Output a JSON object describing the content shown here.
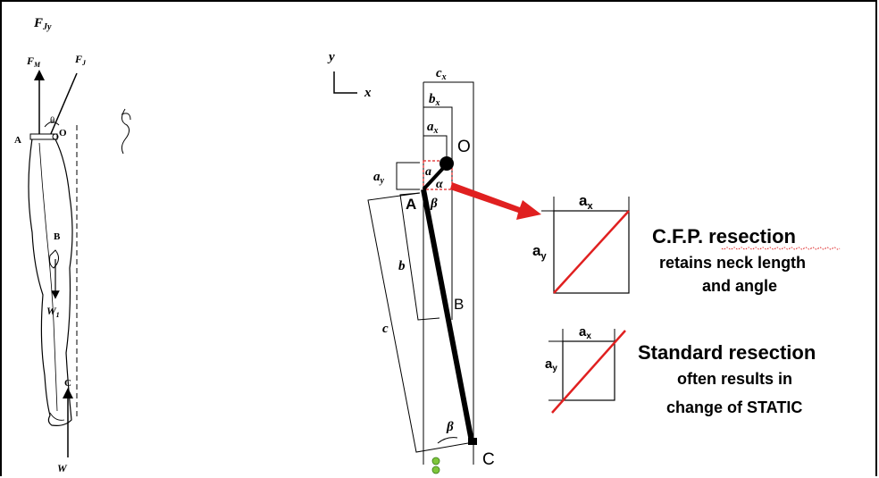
{
  "left_figure": {
    "labels": {
      "fjy": "F",
      "fjy_sub": "Jy",
      "fm": "F",
      "fm_sub": "M",
      "fj": "F",
      "fj_sub": "J",
      "theta": "θ",
      "a": "A",
      "o": "O",
      "b": "B",
      "w1": "W",
      "w1_sub": "1",
      "c": "C",
      "w": "W"
    }
  },
  "main_diagram": {
    "axes": {
      "y": "y",
      "x": "x"
    },
    "dims": {
      "cx": "c",
      "cx_sub": "x",
      "bx": "b",
      "bx_sub": "x",
      "ax": "a",
      "ax_sub": "x",
      "ay": "a",
      "ay_sub": "y",
      "b": "b",
      "c": "c"
    },
    "points": {
      "o": "O",
      "a": "A",
      "b": "B",
      "c": "C"
    },
    "angles": {
      "alpha_a": "a",
      "alpha": "α",
      "beta_top": "β",
      "beta_bottom": "β"
    }
  },
  "inset_top": {
    "ax_label": "a",
    "ax_sub": "x",
    "ay_label": "a",
    "ay_sub": "y",
    "line_color": "#e02020"
  },
  "inset_bottom": {
    "ax_label": "a",
    "ax_sub": "x",
    "ay_label": "a",
    "ay_sub": "y",
    "line_color": "#e02020"
  },
  "captions": {
    "cfp_line1": "C.F.P. resection",
    "cfp_line2": "retains neck length",
    "cfp_line3": "and angle",
    "std_line1": "Standard resection",
    "std_line2": "often results in",
    "std_line3": "change of STATIC"
  },
  "colors": {
    "accent_red": "#e02020",
    "marker_green": "#7ec63a"
  }
}
